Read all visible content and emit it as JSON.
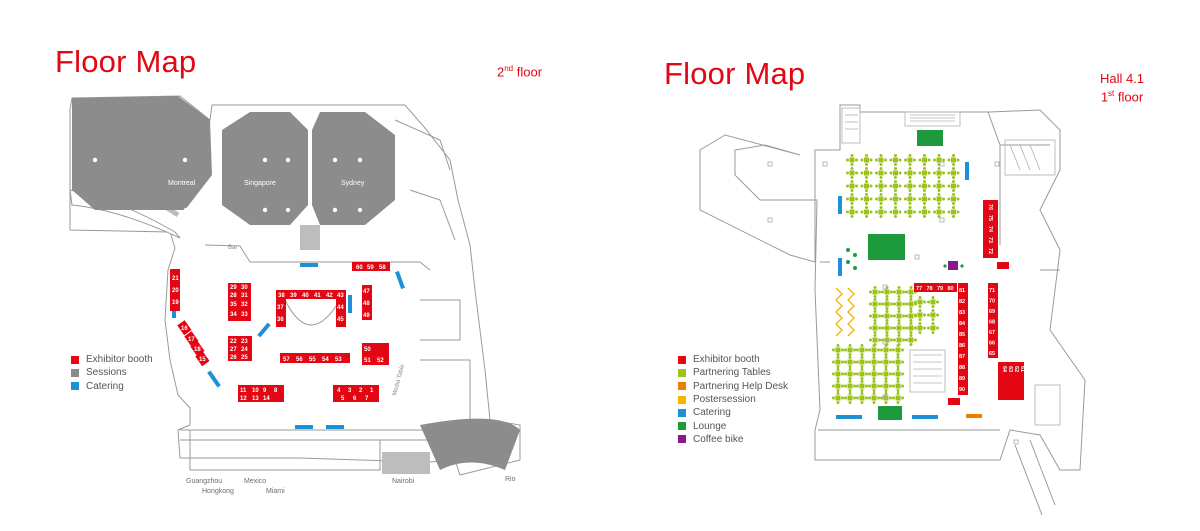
{
  "left_map": {
    "title": "Floor Map",
    "floor_number": "2",
    "floor_suffix": "nd",
    "floor_word": " floor",
    "rooms": [
      "Montreal",
      "Singapore",
      "Sydney"
    ],
    "bottom_rooms": [
      "Guangzhou",
      "Hongkong",
      "Mexico",
      "Miami",
      "Nairobi",
      "Rio"
    ],
    "bar_label": "Bar",
    "media_table_label": "Media Table",
    "booths": [
      "60",
      "59",
      "58",
      "21",
      "20",
      "19",
      "29",
      "30",
      "28",
      "31",
      "35",
      "32",
      "34",
      "33",
      "38",
      "39",
      "40",
      "41",
      "42",
      "43",
      "37",
      "44",
      "36",
      "45",
      "57",
      "56",
      "55",
      "54",
      "53",
      "47",
      "48",
      "49",
      "50",
      "51",
      "52",
      "16",
      "17",
      "18",
      "15",
      "22",
      "23",
      "27",
      "24",
      "26",
      "25",
      "11",
      "10",
      "9",
      "8",
      "4",
      "3",
      "2",
      "1",
      "12",
      "13",
      "14",
      "5",
      "6",
      "7"
    ],
    "legend": [
      {
        "label": "Exhibitor booth",
        "color": "#e30613"
      },
      {
        "label": "Sessions",
        "color": "#8a8a8a"
      },
      {
        "label": "Catering",
        "color": "#1e90d6"
      }
    ]
  },
  "right_map": {
    "title": "Floor Map",
    "hall": "Hall 4.1",
    "floor_number": "1",
    "floor_suffix": "st",
    "floor_word": " floor",
    "booths_col1": [
      "76",
      "75",
      "74",
      "73",
      "72"
    ],
    "booth_row": [
      "77",
      "78",
      "79",
      "80"
    ],
    "booths_col2": [
      "81",
      "82",
      "83",
      "84",
      "85",
      "86",
      "87",
      "88",
      "89",
      "90"
    ],
    "booths_col3": [
      "71",
      "70",
      "69",
      "68",
      "67",
      "66",
      "65"
    ],
    "booths_row2": [
      "64",
      "63",
      "62",
      "61"
    ],
    "legend": [
      {
        "label": "Exhibitor booth",
        "color": "#e30613"
      },
      {
        "label": "Partnering Tables",
        "color": "#9bc31c"
      },
      {
        "label": "Partnering Help Desk",
        "color": "#ee7d00"
      },
      {
        "label": "Postersession",
        "color": "#f5b400"
      },
      {
        "label": "Catering",
        "color": "#1e90d6"
      },
      {
        "label": "Lounge",
        "color": "#1d9a3c"
      },
      {
        "label": "Coffee bike",
        "color": "#8a1a8c"
      }
    ]
  }
}
